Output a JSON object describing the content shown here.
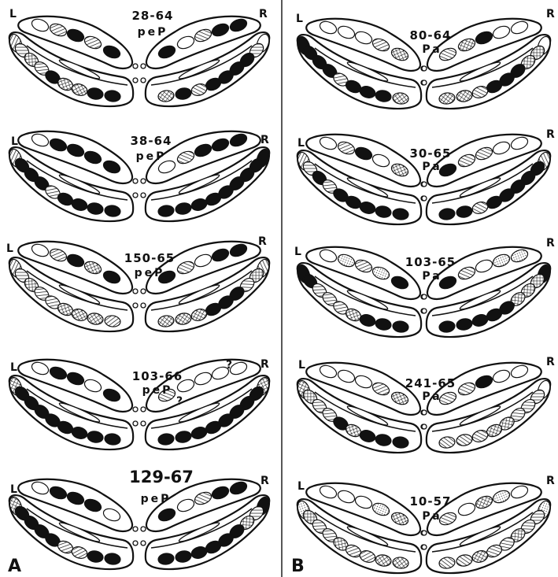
{
  "figure": {
    "panels": [
      {
        "letter": "A",
        "sections": [
          {
            "id": "28-64",
            "group": "peP",
            "left": "L",
            "right": "R"
          },
          {
            "id": "38-64",
            "group": "peP",
            "left": "L",
            "right": "R"
          },
          {
            "id": "150-65",
            "group": "peP",
            "left": "L",
            "right": "R"
          },
          {
            "id": "103-66",
            "group": "peP",
            "left": "L",
            "right": "R",
            "marks": [
              "?",
              "?"
            ]
          },
          {
            "id": "129-67",
            "group": "peP",
            "left": "L",
            "right": "R"
          }
        ]
      },
      {
        "letter": "B",
        "sections": [
          {
            "id": "80-64",
            "group": "Pa",
            "left": "L",
            "right": "R"
          },
          {
            "id": "30-65",
            "group": "Pa",
            "left": "L",
            "right": "R"
          },
          {
            "id": "103-65",
            "group": "Pa",
            "left": "L",
            "right": "R"
          },
          {
            "id": "241-65",
            "group": "Pa",
            "left": "L",
            "right": "R"
          },
          {
            "id": "10-57",
            "group": "Pa",
            "left": "L",
            "right": "R"
          }
        ]
      }
    ]
  }
}
